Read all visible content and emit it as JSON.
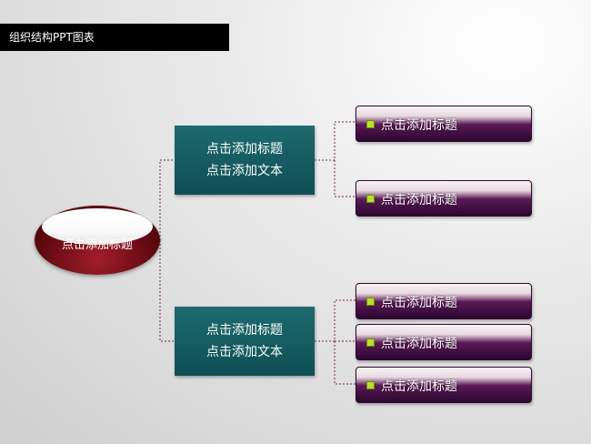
{
  "header": {
    "title": "组织结构PPT图表"
  },
  "root": {
    "label": "点击添加标题"
  },
  "branches": [
    {
      "title": "点击添加标题",
      "text": "点击添加文本",
      "children": [
        {
          "label": "点击添加标题"
        },
        {
          "label": "点击添加标题"
        }
      ]
    },
    {
      "title": "点击添加标题",
      "text": "点击添加文本",
      "children": [
        {
          "label": "点击添加标题"
        },
        {
          "label": "点击添加标题"
        },
        {
          "label": "点击添加标题"
        }
      ]
    }
  ],
  "colors": {
    "title_bar": "#000000",
    "root_fill": "#6a0b14",
    "branch_fill": "#0f4e55",
    "leaf_fill": "#2b0630",
    "bullet": "#b7e02c",
    "connector": "#7a2a35"
  }
}
